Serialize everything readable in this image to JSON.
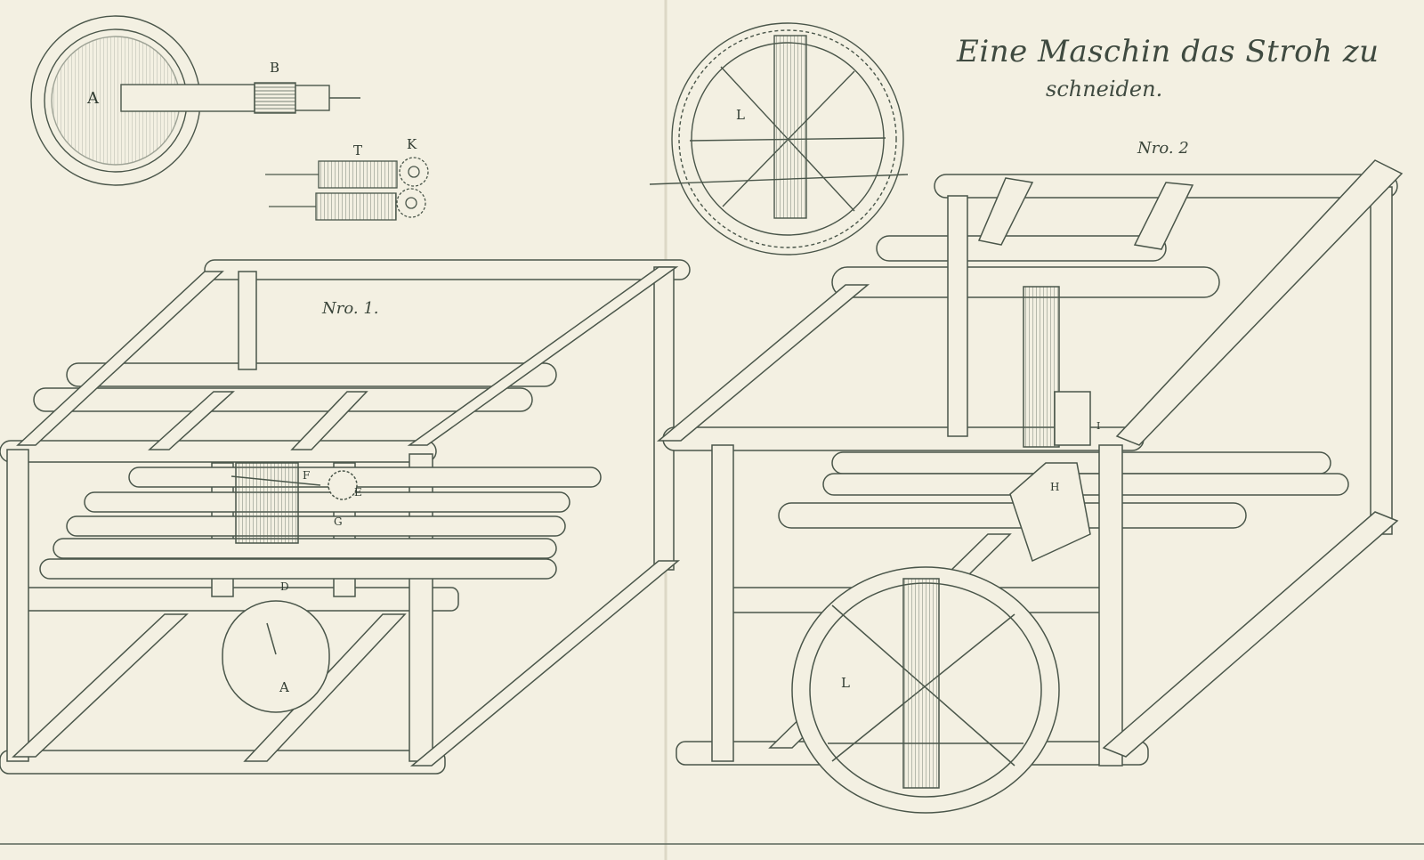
{
  "plate": {
    "title_line1": "Eine Maschin das Stroh zu",
    "title_line2": "schneiden."
  },
  "figures": {
    "fig1_label": "Nro. 1.",
    "fig2_label": "Nro. 2"
  },
  "part_labels": {
    "A_disc": "A",
    "B_shaft": "B",
    "T_roller": "T",
    "K_gear": "K",
    "L_wheel_top": "L",
    "F_lever": "F",
    "E_gear": "E",
    "G_part": "G",
    "D_crank": "D",
    "A_flywheel": "A",
    "I_part": "I",
    "H_hopper": "H",
    "L_wheel_bottom": "L"
  },
  "colors": {
    "paper": "#f3f0e2",
    "ink": "#4a564a"
  }
}
